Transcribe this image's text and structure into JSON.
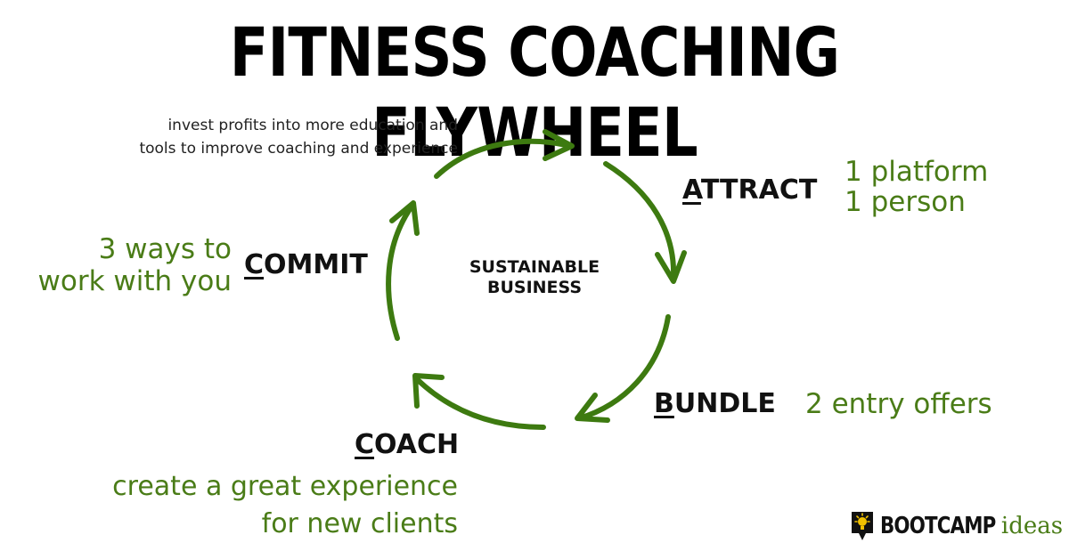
{
  "title": "FITNESS COACHING FLYWHEEL",
  "center_label": {
    "line1": "SUSTAINABLE",
    "line2": "BUSINESS"
  },
  "top_note": {
    "line1": "invest profits into more education and",
    "line2": "tools to improve coaching and experience"
  },
  "stages": {
    "attract": {
      "initial": "A",
      "rest": "TTRACT",
      "detail_lines": [
        "1 platform",
        "1 person"
      ]
    },
    "bundle": {
      "initial": "B",
      "rest": "UNDLE",
      "detail_lines": [
        "2 entry offers"
      ]
    },
    "coach": {
      "initial": "C",
      "rest": "OACH",
      "detail_lines": [
        "create a great experience",
        "for new clients"
      ]
    },
    "commit": {
      "initial": "C",
      "rest": "OMMIT",
      "detail_lines": [
        "3 ways to",
        "work with you"
      ]
    }
  },
  "logo": {
    "part1": "BOOTCAMP",
    "part2": "ideas",
    "icon": "lightbulb-icon"
  },
  "colors": {
    "accent_green": "#4a7c17",
    "arrow_green": "#3d7a10",
    "text": "#111111"
  }
}
